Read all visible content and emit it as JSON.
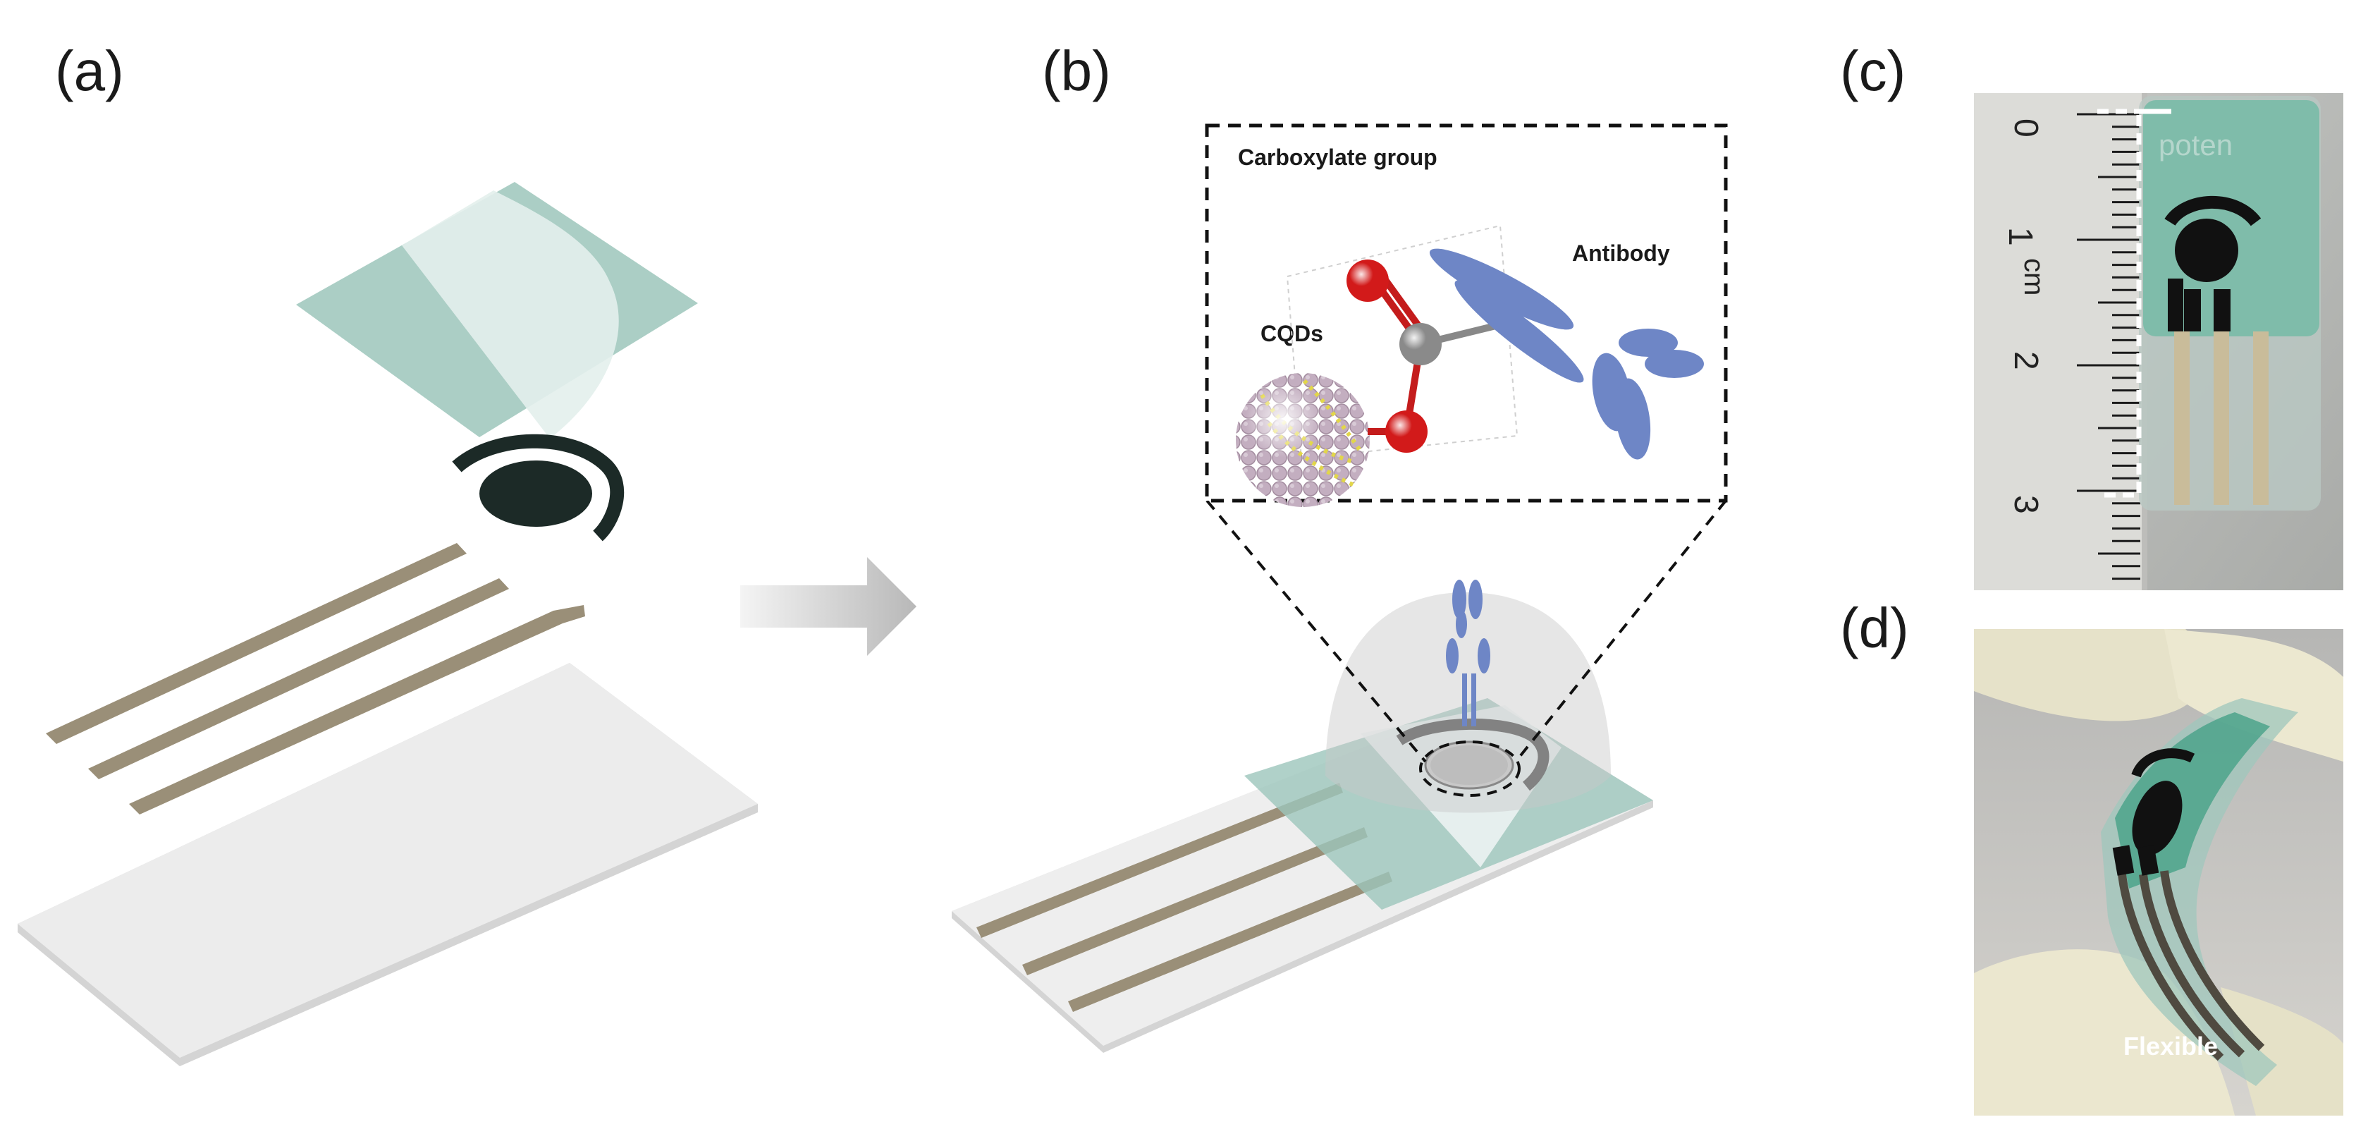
{
  "panels": {
    "a": {
      "label": "(a)"
    },
    "b": {
      "label": "(b)",
      "inset": {
        "carboxylate_label": "Carboxylate group",
        "antibody_label": "Antibody",
        "cqds_label": "CQDs"
      }
    },
    "c": {
      "label": "(c)",
      "ruler_numbers": [
        "0",
        "1",
        "2",
        "3"
      ],
      "ruler_unit": "cm",
      "sensor_brand": "poten"
    },
    "d": {
      "label": "(d)",
      "caption": "Flexible"
    }
  },
  "colors": {
    "teal_film": "#9cc6bb",
    "electrode_dark": "#1c2a27",
    "silver_trace": "#9a8f78",
    "antibody": "#6e86c6",
    "oxygen": "#d21a1a",
    "carbon": "#8a8a8a",
    "cqd_sphere": "#b79eb1",
    "cqd_dots": "#e2d64a"
  }
}
